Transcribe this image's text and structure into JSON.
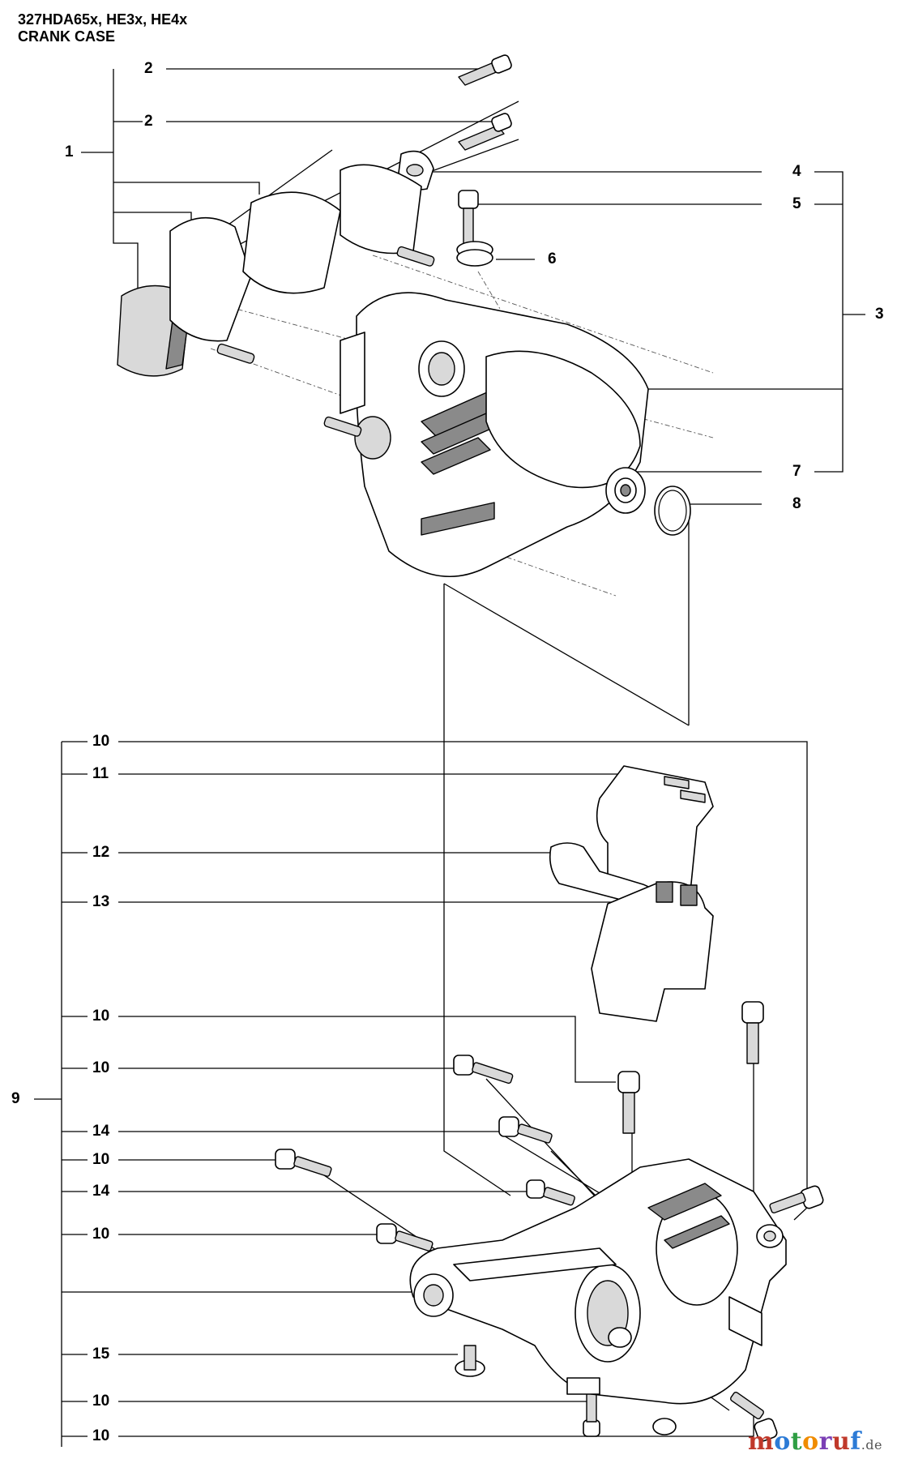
{
  "header": {
    "model": "327HDA65x, HE3x, HE4x",
    "section": "CRANK CASE"
  },
  "callouts": {
    "c2a": "2",
    "c2b": "2",
    "c1": "1",
    "c4": "4",
    "c5": "5",
    "c6": "6",
    "c3": "3",
    "c7": "7",
    "c8": "8",
    "c10a": "10",
    "c11": "11",
    "c12": "12",
    "c13": "13",
    "c10b": "10",
    "c10c": "10",
    "c9": "9",
    "c14a": "14",
    "c10d": "10",
    "c14b": "14",
    "c10e": "10",
    "c15": "15",
    "c10f": "10",
    "c10g": "10"
  },
  "watermark": {
    "m1": "m",
    "m2": "o",
    "m3": "t",
    "m4": "o",
    "m5": "r",
    "m6": "u",
    "m7": "f",
    "domain": ".de"
  }
}
